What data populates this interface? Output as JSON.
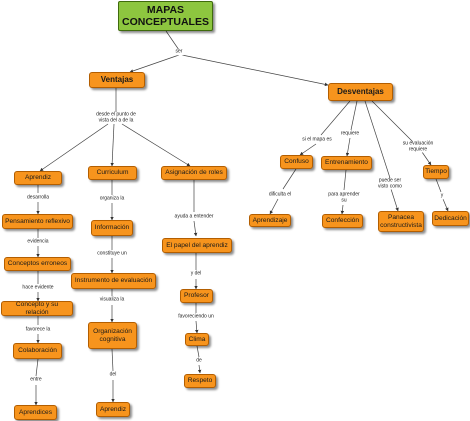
{
  "concept_map": {
    "root": "MAPAS CONCEPTUALES",
    "link_ser": "ser",
    "ventajas": {
      "title": "Ventajas",
      "link_perspective": "desde el punto de\nvista del a de la",
      "col1": {
        "aprendiz": "Aprendiz",
        "link_desarrolla": "desarrolla",
        "pensamiento": "Pensamiento reflexivo",
        "link_evidencia": "evidencia",
        "conceptos": "Conceptos erroneos",
        "link_hace_evidente": "hace evidente",
        "concepto_relacion": "Concepto y su relación",
        "link_favorece": "favorece la",
        "colaboracion": "Colaboración",
        "link_entre": "entre",
        "aprendices": "Aprendices"
      },
      "col2": {
        "curriculum": "Curriculum",
        "link_organiza": "organiza la",
        "informacion": "Información",
        "link_constituye": "constituye un",
        "instrumento": "Instrumento de evaluación",
        "link_visualiza": "visualiza la",
        "organizacion": "Organización cognitiva",
        "link_del": "del",
        "aprendiz2": "Aprendiz"
      },
      "col3": {
        "asignacion": "Asignación de roles",
        "link_ayuda": "ayuda a entender",
        "papel": "El papel del aprendiz",
        "link_ydel": "y del",
        "profesor": "Profesor",
        "link_favoreciendo": "favoreciendo un",
        "clima": "Clima",
        "link_de": "de",
        "respeto": "Respeto"
      }
    },
    "desventajas": {
      "title": "Desventajas",
      "link_si_mapa": "si el mapa es",
      "confuso": "Confuso",
      "link_dificulta": "dificulta el",
      "aprendizaje": "Aprendizaje",
      "link_requiere": "requiere",
      "entrenamiento": "Entrenamiento",
      "link_para_aprender": "para aprender\nsu",
      "confeccion": "Confección",
      "link_puede_ser": "puede ser\nvisto como",
      "panacea": "Panacea constructivista",
      "link_su_eval": "su evaluación\nrequiere",
      "tiempo": "Tiempo",
      "link_y": "y",
      "dedicacion": "Dedicación"
    },
    "colors": {
      "root": "#8dc63f",
      "node": "#f7941d",
      "line": "#333333"
    }
  }
}
